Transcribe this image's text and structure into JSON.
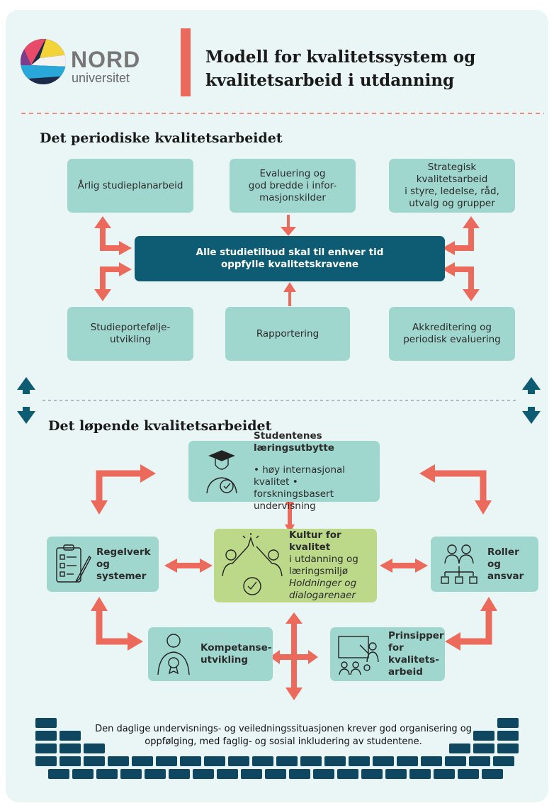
{
  "logo": {
    "line1": "NORD",
    "line2": "universitet"
  },
  "title": {
    "line1": "Modell for kvalitetssystem og",
    "line2": "kvalitetsarbeid i utdanning"
  },
  "periodic": {
    "heading": "Det periodiske kvalitetsarbeidet",
    "center": {
      "line1": "Alle studietilbud skal til enhver tid",
      "line2": "oppfylle kvalitetskravene"
    },
    "top_left": "Årlig studieplanarbeid",
    "top_mid": {
      "line1": "Evaluering og",
      "line2": "god bredde i infor-",
      "line3": "masjonskilder"
    },
    "top_right": {
      "line1": "Strategisk kvalitetsarbeid",
      "line2": "i styre, ledelse, råd,",
      "line3": "utvalg og grupper"
    },
    "bottom_left": {
      "line1": "Studieportefølje-",
      "line2": "utvikling"
    },
    "bottom_mid": "Rapportering",
    "bottom_right": {
      "line1": "Akkreditering og",
      "line2": "periodisk evaluering"
    }
  },
  "ongoing": {
    "heading": "Det løpende kvalitetsarbeidet",
    "learning": {
      "title": "Studentenes læringsutbytte",
      "line1": "• høy internasjonal kvalitet •",
      "line2": "forskningsbasert undervisning"
    },
    "culture": {
      "title": "Kultur for kvalitet",
      "line1": "i utdanning og",
      "line2": "læringsmiljø",
      "line3": "Holdninger og",
      "line4": "dialogarenaer"
    },
    "rules": {
      "line1": "Regelverk",
      "line2": "og systemer"
    },
    "roles": {
      "line1": "Roller og",
      "line2": "ansvar"
    },
    "competence": {
      "line1": "Kompetanse-",
      "line2": "utvikling"
    },
    "principles": {
      "line1": "Prinsipper",
      "line2": "for kvalitets-",
      "line3": "arbeid"
    }
  },
  "footer": {
    "line1": "Den daglige undervisnings- og veiledningssituasjonen krever god organisering og",
    "line2": "oppfølging, med faglig- og sosial inkludering av studentene."
  },
  "colors": {
    "teal_box": "#9fd7cf",
    "dark_blue": "#0d5c73",
    "coral": "#ec6a5c",
    "green_box": "#bcd98a",
    "bricks": "#0f4660",
    "background": "#eaf5f6"
  },
  "icons": [
    "graduate-icon",
    "high-five-icon",
    "checklist-icon",
    "org-chart-icon",
    "award-person-icon",
    "teacher-board-icon"
  ]
}
